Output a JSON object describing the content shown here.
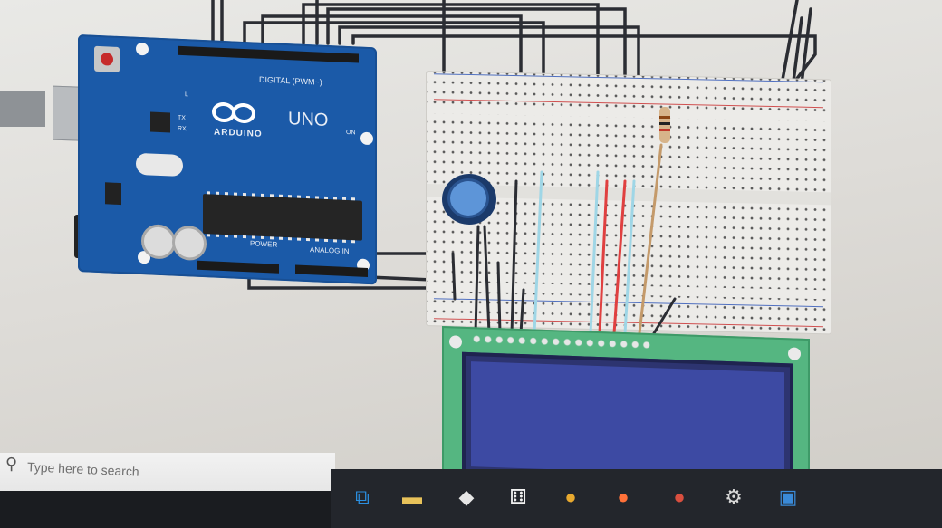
{
  "arduino": {
    "brand": "ARDUINO",
    "model": "UNO",
    "digital_label": "DIGITAL (PWM~)",
    "power_label": "POWER",
    "analog_label": "ANALOG IN",
    "tx_label": "TX",
    "rx_label": "RX",
    "on_label": "ON",
    "l_label": "L"
  },
  "taskbar": {
    "search_placeholder": "Type here to search",
    "apps": [
      {
        "name": "vscode",
        "glyph": "⧉",
        "color": "#2b8fe0"
      },
      {
        "name": "file-explorer",
        "glyph": "▬",
        "color": "#e8c25a"
      },
      {
        "name": "box-app",
        "glyph": "◆",
        "color": "#e6e6e6"
      },
      {
        "name": "app-dice",
        "glyph": "⚅",
        "color": "#f0f0f0"
      },
      {
        "name": "chrome",
        "glyph": "●",
        "color": "#e8a92f"
      },
      {
        "name": "firefox",
        "glyph": "●",
        "color": "#ff7139"
      },
      {
        "name": "chrome-2",
        "glyph": "●",
        "color": "#d94f3f"
      },
      {
        "name": "settings",
        "glyph": "⚙",
        "color": "#d8d8d8"
      },
      {
        "name": "app-blue",
        "glyph": "▣",
        "color": "#3a8ad8"
      }
    ]
  }
}
